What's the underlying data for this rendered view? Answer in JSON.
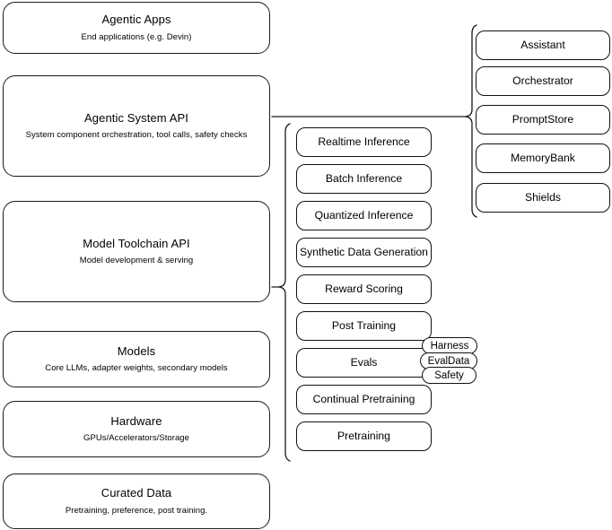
{
  "diagram": {
    "title": "AI Stack Layers Diagram",
    "colors": {
      "stroke": "#1a1a1a",
      "background": "#ffffff",
      "text": "#000000"
    },
    "layers": [
      {
        "title": "Agentic Apps",
        "subtitle": "End applications (e.g. Devin)"
      },
      {
        "title": "Agentic System API",
        "subtitle": "System component orchestration, tool calls, safety checks"
      },
      {
        "title": "Model Toolchain API",
        "subtitle": "Model development & serving"
      },
      {
        "title": "Models",
        "subtitle": "Core LLMs, adapter weights, secondary models"
      },
      {
        "title": "Hardware",
        "subtitle": "GPUs/Accelerators/Storage"
      },
      {
        "title": "Curated Data",
        "subtitle": "Pretraining, preference, post training."
      }
    ],
    "toolchain_items": [
      {
        "label": "Realtime Inference"
      },
      {
        "label": "Batch Inference"
      },
      {
        "label": "Quantized Inference"
      },
      {
        "label": "Synthetic Data Generation"
      },
      {
        "label": "Reward Scoring"
      },
      {
        "label": "Post Training"
      },
      {
        "label": "Evals"
      },
      {
        "label": "Continual Pretraining"
      },
      {
        "label": "Pretraining"
      }
    ],
    "eval_badges": [
      {
        "label": "Harness"
      },
      {
        "label": "EvalData"
      },
      {
        "label": "Safety"
      }
    ],
    "system_components": [
      {
        "label": "Assistant"
      },
      {
        "label": "Orchestrator"
      },
      {
        "label": "PromptStore"
      },
      {
        "label": "MemoryBank"
      },
      {
        "label": "Shields"
      }
    ]
  }
}
